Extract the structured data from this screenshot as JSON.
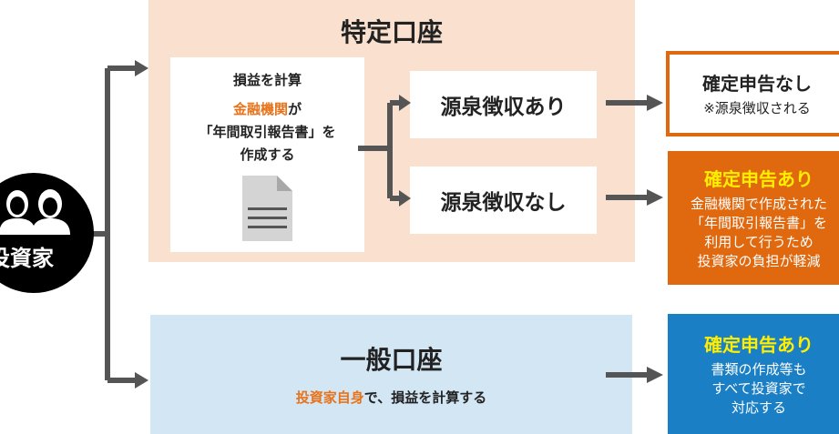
{
  "investor": {
    "label": "投資家",
    "icon": "investors-icon"
  },
  "tokutei": {
    "title": "特定口座",
    "calc_title": "損益を計算",
    "calc_highlight": "金融機関",
    "calc_suffix": "が",
    "calc_line2": "「年間取引報告書」を",
    "calc_line3": "作成する",
    "doc_icon": "document-icon",
    "withholding_yes": "源泉徴収あり",
    "withholding_no": "源泉徴収なし"
  },
  "ippan": {
    "title": "一般口座",
    "desc_highlight": "投資家自身",
    "desc_rest": "で、損益を計算する"
  },
  "results": [
    {
      "title": "確定申告なし",
      "lines": [
        "※源泉徴収される"
      ]
    },
    {
      "title": "確定申告あり",
      "lines": [
        "金融機関で作成された",
        "「年間取引報告書」を",
        "利用して行うため",
        "投資家の負担が軽減"
      ]
    },
    {
      "title": "確定申告あり",
      "lines": [
        "書類の作成等も",
        "すべて投資家で",
        "対応する"
      ]
    }
  ],
  "colors": {
    "orange": "#e0680f",
    "blue": "#1a7fc4",
    "peach": "#f9e0cf",
    "lightblue": "#d3e6f4",
    "yellow": "#ffee00",
    "arrow": "#555555"
  }
}
